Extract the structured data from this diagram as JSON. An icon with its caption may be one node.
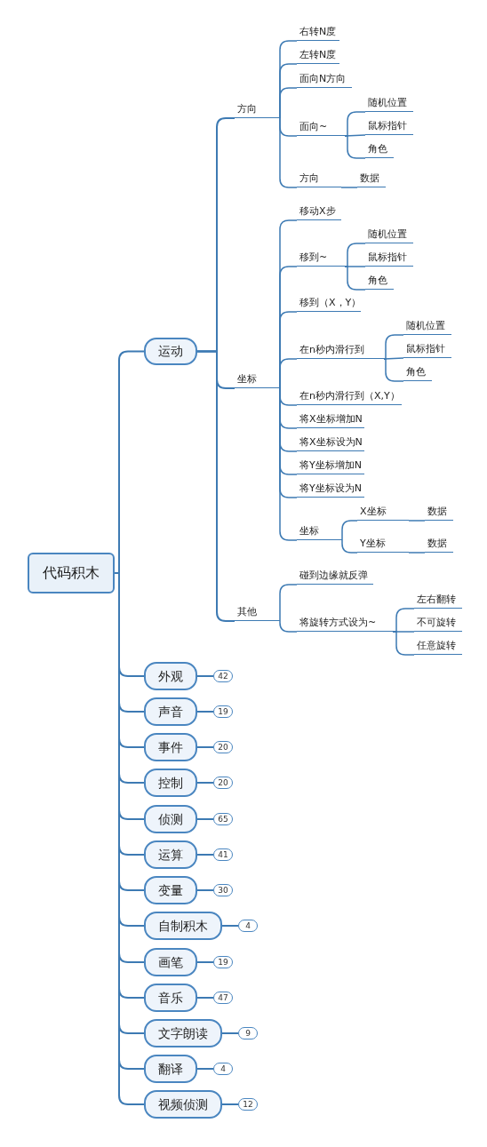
{
  "diagram": {
    "nodes": [
      {
        "text": [
          "代码积木"
        ]
      },
      {
        "text": [
          "运动"
        ]
      },
      {
        "text": [
          "方向"
        ]
      },
      {
        "text": [
          "右转N度"
        ]
      },
      {
        "text": [
          "左转N度"
        ]
      },
      {
        "text": [
          "面向N方向"
        ]
      },
      {
        "text": [
          "面向~"
        ]
      },
      {
        "text": [
          "随机位置"
        ]
      },
      {
        "text": [
          "鼠标指针"
        ]
      },
      {
        "text": [
          "角色"
        ]
      },
      {
        "text": [
          "方向"
        ]
      },
      {
        "text": [
          "数据"
        ]
      },
      {
        "text": [
          "坐标"
        ]
      },
      {
        "text": [
          "移动X步"
        ]
      },
      {
        "text": [
          "移到~"
        ]
      },
      {
        "text": [
          "随机位置"
        ]
      },
      {
        "text": [
          "鼠标指针"
        ]
      },
      {
        "text": [
          "角色"
        ]
      },
      {
        "text": [
          "移到（X，Y）"
        ]
      },
      {
        "text": [
          "在n秒内滑行到"
        ]
      },
      {
        "text": [
          "随机位置"
        ]
      },
      {
        "text": [
          "鼠标指针"
        ]
      },
      {
        "text": [
          "角色"
        ]
      },
      {
        "text": [
          "在n秒内滑行到（X,Y）"
        ]
      },
      {
        "text": [
          "将X坐标增加N"
        ]
      },
      {
        "text": [
          "将X坐标设为N"
        ]
      },
      {
        "text": [
          "将Y坐标增加N"
        ]
      },
      {
        "text": [
          "将Y坐标设为N"
        ]
      },
      {
        "text": [
          "坐标"
        ]
      },
      {
        "text": [
          "X坐标"
        ]
      },
      {
        "text": [
          "数据"
        ]
      },
      {
        "text": [
          "Y坐标"
        ]
      },
      {
        "text": [
          "数据"
        ]
      },
      {
        "text": [
          "其他"
        ]
      },
      {
        "text": [
          "碰到边缘就反弹"
        ]
      },
      {
        "text": [
          "将旋转方式设为~"
        ]
      },
      {
        "text": [
          "左右翻转"
        ]
      },
      {
        "text": [
          "不可旋转"
        ]
      },
      {
        "text": [
          "任意旋转"
        ]
      },
      {
        "text": [
          "外观"
        ],
        "beside": [
          "42"
        ]
      },
      {
        "text": [
          "声音"
        ],
        "beside": [
          "19"
        ]
      },
      {
        "text": [
          "事件"
        ],
        "beside": [
          "20"
        ]
      },
      {
        "text": [
          "控制"
        ],
        "beside": [
          "20"
        ]
      },
      {
        "text": [
          "侦测"
        ],
        "beside": [
          "65"
        ]
      },
      {
        "text": [
          "运算"
        ],
        "beside": [
          "41"
        ]
      },
      {
        "text": [
          "变量"
        ],
        "beside": [
          "30"
        ]
      },
      {
        "text": [
          "自制积木"
        ],
        "beside": [
          "4"
        ]
      },
      {
        "text": [
          "画笔"
        ],
        "beside": [
          "19"
        ]
      },
      {
        "text": [
          "音乐"
        ],
        "beside": [
          "47"
        ]
      },
      {
        "text": [
          "文字朗读"
        ],
        "beside": [
          "9"
        ]
      },
      {
        "text": [
          "翻译"
        ],
        "beside": [
          "4"
        ]
      },
      {
        "text": [
          "视频侦测"
        ],
        "beside": [
          "12"
        ]
      }
    ],
    "edges": [
      {
        "from": 0,
        "to": 1,
        "arrow": "none"
      },
      {
        "from": 1,
        "to": 2,
        "arrow": "none"
      },
      {
        "from": 2,
        "to": 3,
        "arrow": "none"
      },
      {
        "from": 2,
        "to": 4,
        "arrow": "none"
      },
      {
        "from": 2,
        "to": 5,
        "arrow": "none"
      },
      {
        "from": 2,
        "to": 6,
        "arrow": "none"
      },
      {
        "from": 6,
        "to": 7,
        "arrow": "none"
      },
      {
        "from": 6,
        "to": 8,
        "arrow": "none"
      },
      {
        "from": 6,
        "to": 9,
        "arrow": "none"
      },
      {
        "from": 2,
        "to": 10,
        "arrow": "none"
      },
      {
        "from": 10,
        "to": 11,
        "arrow": "none"
      },
      {
        "from": 1,
        "to": 12,
        "arrow": "none"
      },
      {
        "from": 12,
        "to": 13,
        "arrow": "none"
      },
      {
        "from": 12,
        "to": 14,
        "arrow": "none"
      },
      {
        "from": 14,
        "to": 15,
        "arrow": "none"
      },
      {
        "from": 14,
        "to": 16,
        "arrow": "none"
      },
      {
        "from": 14,
        "to": 17,
        "arrow": "none"
      },
      {
        "from": 12,
        "to": 18,
        "arrow": "none"
      },
      {
        "from": 12,
        "to": 19,
        "arrow": "none"
      },
      {
        "from": 19,
        "to": 20,
        "arrow": "none"
      },
      {
        "from": 19,
        "to": 21,
        "arrow": "none"
      },
      {
        "from": 19,
        "to": 22,
        "arrow": "none"
      },
      {
        "from": 12,
        "to": 23,
        "arrow": "none"
      },
      {
        "from": 12,
        "to": 24,
        "arrow": "none"
      },
      {
        "from": 12,
        "to": 25,
        "arrow": "none"
      },
      {
        "from": 12,
        "to": 26,
        "arrow": "none"
      },
      {
        "from": 12,
        "to": 27,
        "arrow": "none"
      },
      {
        "from": 12,
        "to": 28,
        "arrow": "none"
      },
      {
        "from": 28,
        "to": 29,
        "arrow": "none"
      },
      {
        "from": 29,
        "to": 30,
        "arrow": "none"
      },
      {
        "from": 28,
        "to": 31,
        "arrow": "none"
      },
      {
        "from": 31,
        "to": 32,
        "arrow": "none"
      },
      {
        "from": 1,
        "to": 33,
        "arrow": "none"
      },
      {
        "from": 33,
        "to": 34,
        "arrow": "none"
      },
      {
        "from": 33,
        "to": 35,
        "arrow": "none"
      },
      {
        "from": 35,
        "to": 36,
        "arrow": "none"
      },
      {
        "from": 35,
        "to": 37,
        "arrow": "none"
      },
      {
        "from": 35,
        "to": 38,
        "arrow": "none"
      },
      {
        "from": 0,
        "to": 39,
        "arrow": "none"
      },
      {
        "from": 0,
        "to": 40,
        "arrow": "none"
      },
      {
        "from": 0,
        "to": 41,
        "arrow": "none"
      },
      {
        "from": 0,
        "to": 42,
        "arrow": "none"
      },
      {
        "from": 0,
        "to": 43,
        "arrow": "none"
      },
      {
        "from": 0,
        "to": 44,
        "arrow": "none"
      },
      {
        "from": 0,
        "to": 45,
        "arrow": "none"
      },
      {
        "from": 0,
        "to": 46,
        "arrow": "none"
      },
      {
        "from": 0,
        "to": 47,
        "arrow": "none"
      },
      {
        "from": 0,
        "to": 48,
        "arrow": "none"
      },
      {
        "from": 0,
        "to": 49,
        "arrow": "none"
      },
      {
        "from": 0,
        "to": 50,
        "arrow": "none"
      },
      {
        "from": 0,
        "to": 51,
        "arrow": "none"
      }
    ]
  }
}
